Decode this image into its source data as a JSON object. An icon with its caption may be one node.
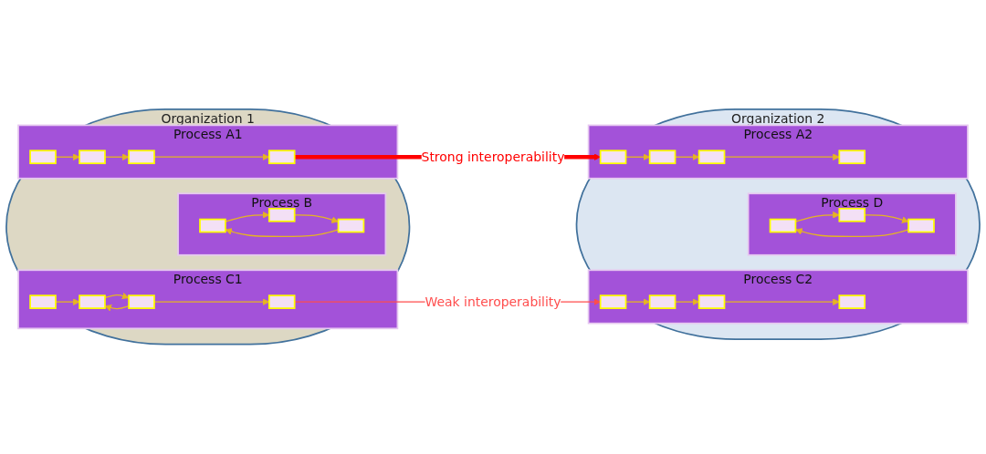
{
  "diagram": {
    "nodes": [
      {
        "text": [
          "Organization 1"
        ]
      },
      {
        "text": [
          "Process A1"
        ],
        "in": 0
      },
      {
        "text": [],
        "shape": "box",
        "in": 1
      },
      {
        "text": [],
        "shape": "box",
        "in": 1
      },
      {
        "text": [],
        "shape": "box",
        "in": 1
      },
      {
        "text": [],
        "shape": "box",
        "in": 1
      },
      {
        "text": [
          "Process B"
        ],
        "in": 0
      },
      {
        "text": [],
        "shape": "box",
        "in": 6
      },
      {
        "text": [],
        "shape": "box",
        "in": 6
      },
      {
        "text": [],
        "shape": "box",
        "in": 6
      },
      {
        "text": [
          "Process C1"
        ],
        "in": 0
      },
      {
        "text": [],
        "shape": "box",
        "in": 10
      },
      {
        "text": [],
        "shape": "box",
        "in": 10
      },
      {
        "text": [],
        "shape": "box",
        "in": 10
      },
      {
        "text": [],
        "shape": "box",
        "in": 10
      },
      {
        "text": [
          "Organization 2"
        ]
      },
      {
        "text": [
          "Process A2"
        ],
        "in": 15
      },
      {
        "text": [],
        "shape": "box",
        "in": 16
      },
      {
        "text": [],
        "shape": "box",
        "in": 16
      },
      {
        "text": [],
        "shape": "box",
        "in": 16
      },
      {
        "text": [],
        "shape": "box",
        "in": 16
      },
      {
        "text": [
          "Process D"
        ],
        "in": 15
      },
      {
        "text": [],
        "shape": "box",
        "in": 21
      },
      {
        "text": [],
        "shape": "box",
        "in": 21
      },
      {
        "text": [],
        "shape": "box",
        "in": 21
      },
      {
        "text": [
          "Process C2"
        ],
        "in": 15
      },
      {
        "text": [],
        "shape": "box",
        "in": 25
      },
      {
        "text": [],
        "shape": "box",
        "in": 25
      },
      {
        "text": [],
        "shape": "box",
        "in": 25
      },
      {
        "text": [],
        "shape": "box",
        "in": 25
      }
    ],
    "edges": [
      {
        "from": 2,
        "to": 3,
        "arrow": "to"
      },
      {
        "from": 3,
        "to": 4,
        "arrow": "to"
      },
      {
        "from": 4,
        "to": 5,
        "arrow": "to"
      },
      {
        "from": 7,
        "to": 8,
        "arrow": "to"
      },
      {
        "from": 8,
        "to": 9,
        "arrow": "to"
      },
      {
        "from": 9,
        "to": 7,
        "arrow": "to"
      },
      {
        "from": 11,
        "to": 12,
        "arrow": "to"
      },
      {
        "from": 12,
        "to": 13,
        "arrow": "to"
      },
      {
        "from": 13,
        "to": 14,
        "arrow": "to"
      },
      {
        "from": 13,
        "to": 12,
        "arrow": "to"
      },
      {
        "from": 17,
        "to": 18,
        "arrow": "to"
      },
      {
        "from": 18,
        "to": 19,
        "arrow": "to"
      },
      {
        "from": 19,
        "to": 20,
        "arrow": "to"
      },
      {
        "from": 22,
        "to": 23,
        "arrow": "to"
      },
      {
        "from": 23,
        "to": 24,
        "arrow": "to"
      },
      {
        "from": 24,
        "to": 22,
        "arrow": "to"
      },
      {
        "from": 26,
        "to": 27,
        "arrow": "to"
      },
      {
        "from": 27,
        "to": 28,
        "arrow": "to"
      },
      {
        "from": 28,
        "to": 29,
        "arrow": "to"
      },
      {
        "from": 5,
        "to": 17,
        "arrow": "to",
        "label": "Strong interoperability",
        "style": "thick",
        "color": "#ff0000"
      },
      {
        "from": 14,
        "to": 26,
        "arrow": "to",
        "label": "Weak interoperability",
        "color": "#ff4d4d"
      }
    ]
  }
}
